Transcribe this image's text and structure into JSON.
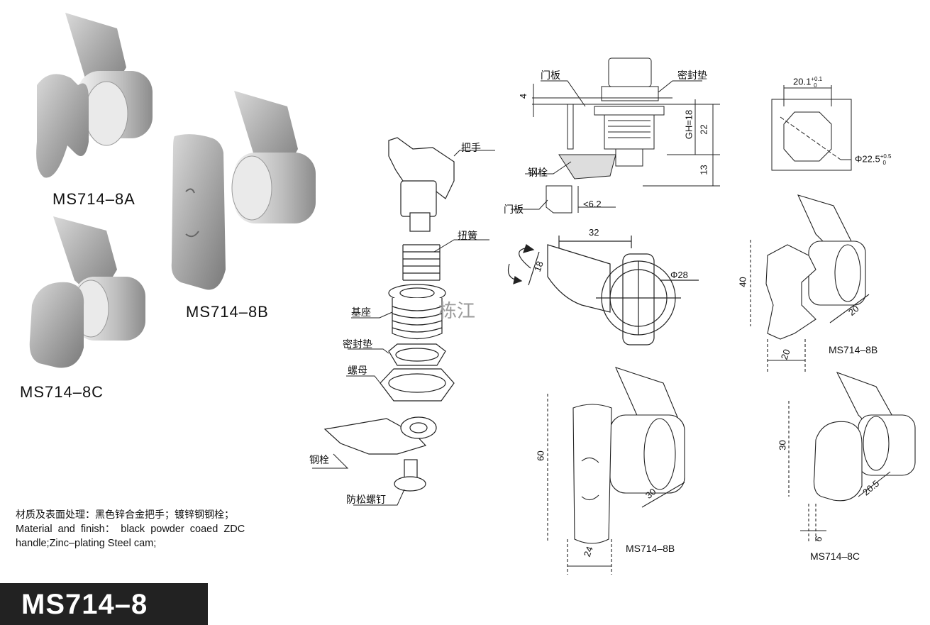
{
  "products": {
    "a": "MS714–8A",
    "b": "MS714–8B",
    "c": "MS714–8C"
  },
  "exploded": {
    "handle": "把手",
    "spring": "扭簧",
    "base": "基座",
    "gasket": "密封垫",
    "nut": "螺母",
    "cam": "钢栓",
    "screw": "防松螺钉"
  },
  "section": {
    "door1": "门板",
    "gasket": "密封垫",
    "cam": "钢栓",
    "door2": "门板",
    "dim_4": "4",
    "dim_gh": "GH=18",
    "dim_22": "22",
    "dim_13": "13",
    "dim_62": "<6.2"
  },
  "cutout": {
    "width": "20.1",
    "width_tol_up": "+0.1",
    "width_tol_low": "0",
    "dia": "Φ22.5",
    "dia_tol_up": "+0.5",
    "dia_tol_low": "0"
  },
  "top_view": {
    "dim_32": "32",
    "dim_18": "18",
    "dim_phi": "Φ28"
  },
  "dims_8a": {
    "h": "40",
    "d1": "20",
    "d2": "20",
    "label": "MS714–8B"
  },
  "dims_8b": {
    "h": "60",
    "d1": "30",
    "d2": "24",
    "label": "MS714–8B"
  },
  "dims_8c": {
    "h": "30",
    "d1": "20.5",
    "d2": "6",
    "label": "MS714–8C"
  },
  "material": {
    "line1": "材质及表面处理：黑色锌合金把手；镀锌钢钢栓；",
    "line2": "Material  and  finish：  black  powder  coaed  ZDC",
    "line3": "handle;Zinc–plating Steel cam;"
  },
  "banner": "MS714–8",
  "watermark": "栋江"
}
